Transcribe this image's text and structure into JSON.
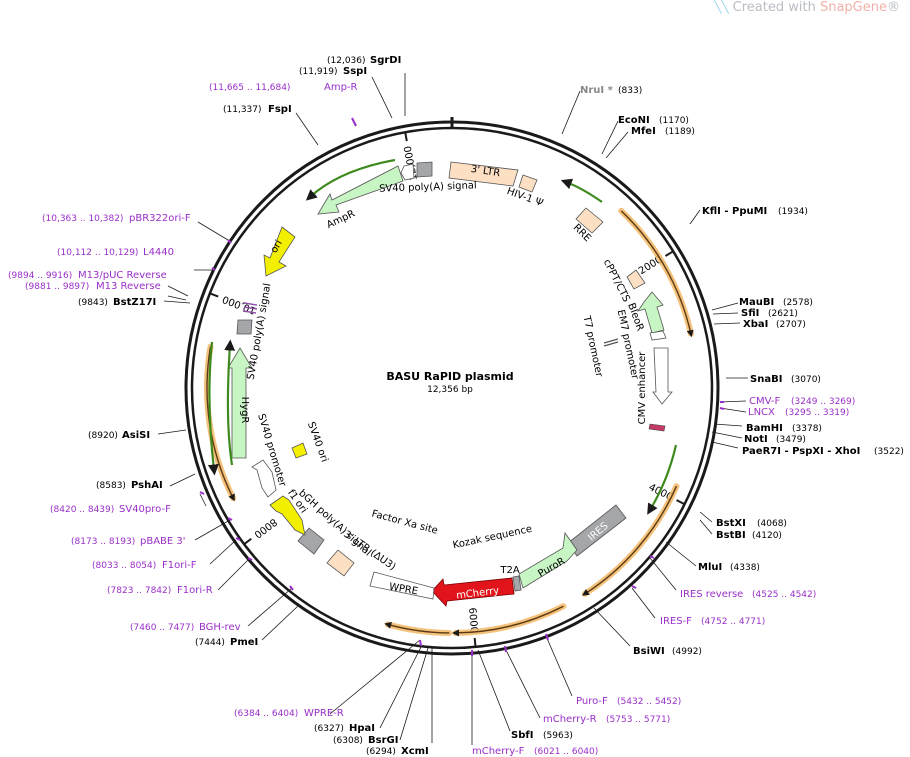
{
  "watermark": {
    "prefix": "Created with ",
    "brand": "SnapGene",
    "suffix": "®"
  },
  "plasmid": {
    "name": "BASU RaPID plasmid",
    "size_label": "12,356 bp",
    "length": 12356
  },
  "ticks": [
    {
      "pos": 2000,
      "label": "2000"
    },
    {
      "pos": 4000,
      "label": "4000"
    },
    {
      "pos": 6000,
      "label": "6000"
    },
    {
      "pos": 8000,
      "label": "8000"
    },
    {
      "pos": 10000,
      "label": "10,000"
    },
    {
      "pos": 12000,
      "label": "12,000"
    }
  ],
  "colors": {
    "backbone": "#1a1a1a",
    "enzyme": "#000000",
    "primer": "#9a2fc8",
    "site_gray": "#888888",
    "orange": "#f2b765",
    "green": "#3f8a1f",
    "pale_green": "#c8f5c4",
    "peach": "#fde0c4",
    "yellow": "#f2ef00",
    "gray": "#a4a6a9",
    "red": "#e2141b",
    "white": "#ffffff"
  },
  "sites": [
    {
      "name": "SgrDI",
      "pos": "(12,036)",
      "type": "enzyme"
    },
    {
      "name": "SspI",
      "pos": "(11,919)",
      "type": "enzyme"
    },
    {
      "name": "Amp-R",
      "pos": "(11,665 .. 11,684)",
      "type": "primer"
    },
    {
      "name": "FspI",
      "pos": "(11,337)",
      "type": "enzyme"
    },
    {
      "name": "pBR322ori-F",
      "pos": "(10,363 .. 10,382)",
      "type": "primer"
    },
    {
      "name": "L4440",
      "pos": "(10,112 .. 10,129)",
      "type": "primer"
    },
    {
      "name": "M13/pUC Reverse",
      "pos": "(9894 .. 9916)",
      "type": "primer"
    },
    {
      "name": "M13 Reverse",
      "pos": "(9881 .. 9897)",
      "type": "primer"
    },
    {
      "name": "BstZ17I",
      "pos": "(9843)",
      "type": "enzyme"
    },
    {
      "name": "AsiSI",
      "pos": "(8920)",
      "type": "enzyme"
    },
    {
      "name": "PshAI",
      "pos": "(8583)",
      "type": "enzyme"
    },
    {
      "name": "SV40pro-F",
      "pos": "(8420 .. 8439)",
      "type": "primer"
    },
    {
      "name": "pBABE 3'",
      "pos": "(8173 .. 8193)",
      "type": "primer"
    },
    {
      "name": "F1ori-F",
      "pos": "(8033 .. 8054)",
      "type": "primer"
    },
    {
      "name": "F1ori-R",
      "pos": "(7823 .. 7842)",
      "type": "primer"
    },
    {
      "name": "BGH-rev",
      "pos": "(7460 .. 7477)",
      "type": "primer"
    },
    {
      "name": "PmeI",
      "pos": "(7444)",
      "type": "enzyme"
    },
    {
      "name": "WPRE-R",
      "pos": "(6384 .. 6404)",
      "type": "primer"
    },
    {
      "name": "HpaI",
      "pos": "(6327)",
      "type": "enzyme"
    },
    {
      "name": "BsrGI",
      "pos": "(6308)",
      "type": "enzyme"
    },
    {
      "name": "XcmI",
      "pos": "(6294)",
      "type": "enzyme"
    },
    {
      "name": "mCherry-F",
      "pos": "(6021 .. 6040)",
      "type": "primer"
    },
    {
      "name": "SbfI",
      "pos": "(5963)",
      "type": "enzyme"
    },
    {
      "name": "mCherry-R",
      "pos": "(5753 .. 5771)",
      "type": "primer"
    },
    {
      "name": "Puro-F",
      "pos": "(5432 .. 5452)",
      "type": "primer"
    },
    {
      "name": "BsiWI",
      "pos": "(4992)",
      "type": "enzyme"
    },
    {
      "name": "IRES-F",
      "pos": "(4752 .. 4771)",
      "type": "primer"
    },
    {
      "name": "IRES reverse",
      "pos": "(4525 .. 4542)",
      "type": "primer"
    },
    {
      "name": "MluI",
      "pos": "(4338)",
      "type": "enzyme"
    },
    {
      "name": "BstBI",
      "pos": "(4120)",
      "type": "enzyme"
    },
    {
      "name": "BstXI",
      "pos": "(4068)",
      "type": "enzyme"
    },
    {
      "name": "PaeR7I  - PspXI  - XhoI",
      "pos": "(3522)",
      "type": "enzyme"
    },
    {
      "name": "NotI",
      "pos": "(3479)",
      "type": "enzyme"
    },
    {
      "name": "BamHI",
      "pos": "(3378)",
      "type": "enzyme"
    },
    {
      "name": "LNCX",
      "pos": "(3295 .. 3319)",
      "type": "primer"
    },
    {
      "name": "CMV-F",
      "pos": "(3249 .. 3269)",
      "type": "primer"
    },
    {
      "name": "SnaBI",
      "pos": "(3070)",
      "type": "enzyme"
    },
    {
      "name": "XbaI",
      "pos": "(2707)",
      "type": "enzyme"
    },
    {
      "name": "SfiI",
      "pos": "(2621)",
      "type": "enzyme"
    },
    {
      "name": "MauBI",
      "pos": "(2578)",
      "type": "enzyme"
    },
    {
      "name": "KflI  - PpuMI",
      "pos": "(1934)",
      "type": "enzyme"
    },
    {
      "name": "MfeI",
      "pos": "(1189)",
      "type": "enzyme"
    },
    {
      "name": "EcoNI",
      "pos": "(1170)",
      "type": "enzyme"
    },
    {
      "name": "NruI *",
      "pos": "(833)",
      "type": "site_gray"
    }
  ],
  "features": [
    {
      "name": "3' LTR"
    },
    {
      "name": "HIV-1 Ψ"
    },
    {
      "name": "RRE"
    },
    {
      "name": "cPPT/CTS"
    },
    {
      "name": "BleoR"
    },
    {
      "name": "EM7 promoter"
    },
    {
      "name": "T7 promoter"
    },
    {
      "name": "CMV enhancer"
    },
    {
      "name": "IRES"
    },
    {
      "name": "Kozak sequence"
    },
    {
      "name": "PuroR"
    },
    {
      "name": "T2A"
    },
    {
      "name": "mCherry"
    },
    {
      "name": "WPRE"
    },
    {
      "name": "Factor Xa site"
    },
    {
      "name": "3' LTR (ΔU3)"
    },
    {
      "name": "bGH poly(A) signal"
    },
    {
      "name": "f1 ori"
    },
    {
      "name": "SV40 promoter"
    },
    {
      "name": "SV40 ori"
    },
    {
      "name": "HygR"
    },
    {
      "name": "SV40 poly(A) signal"
    },
    {
      "name": "SV40 poly(A) signal"
    },
    {
      "name": "ori"
    },
    {
      "name": "AmpR"
    }
  ]
}
